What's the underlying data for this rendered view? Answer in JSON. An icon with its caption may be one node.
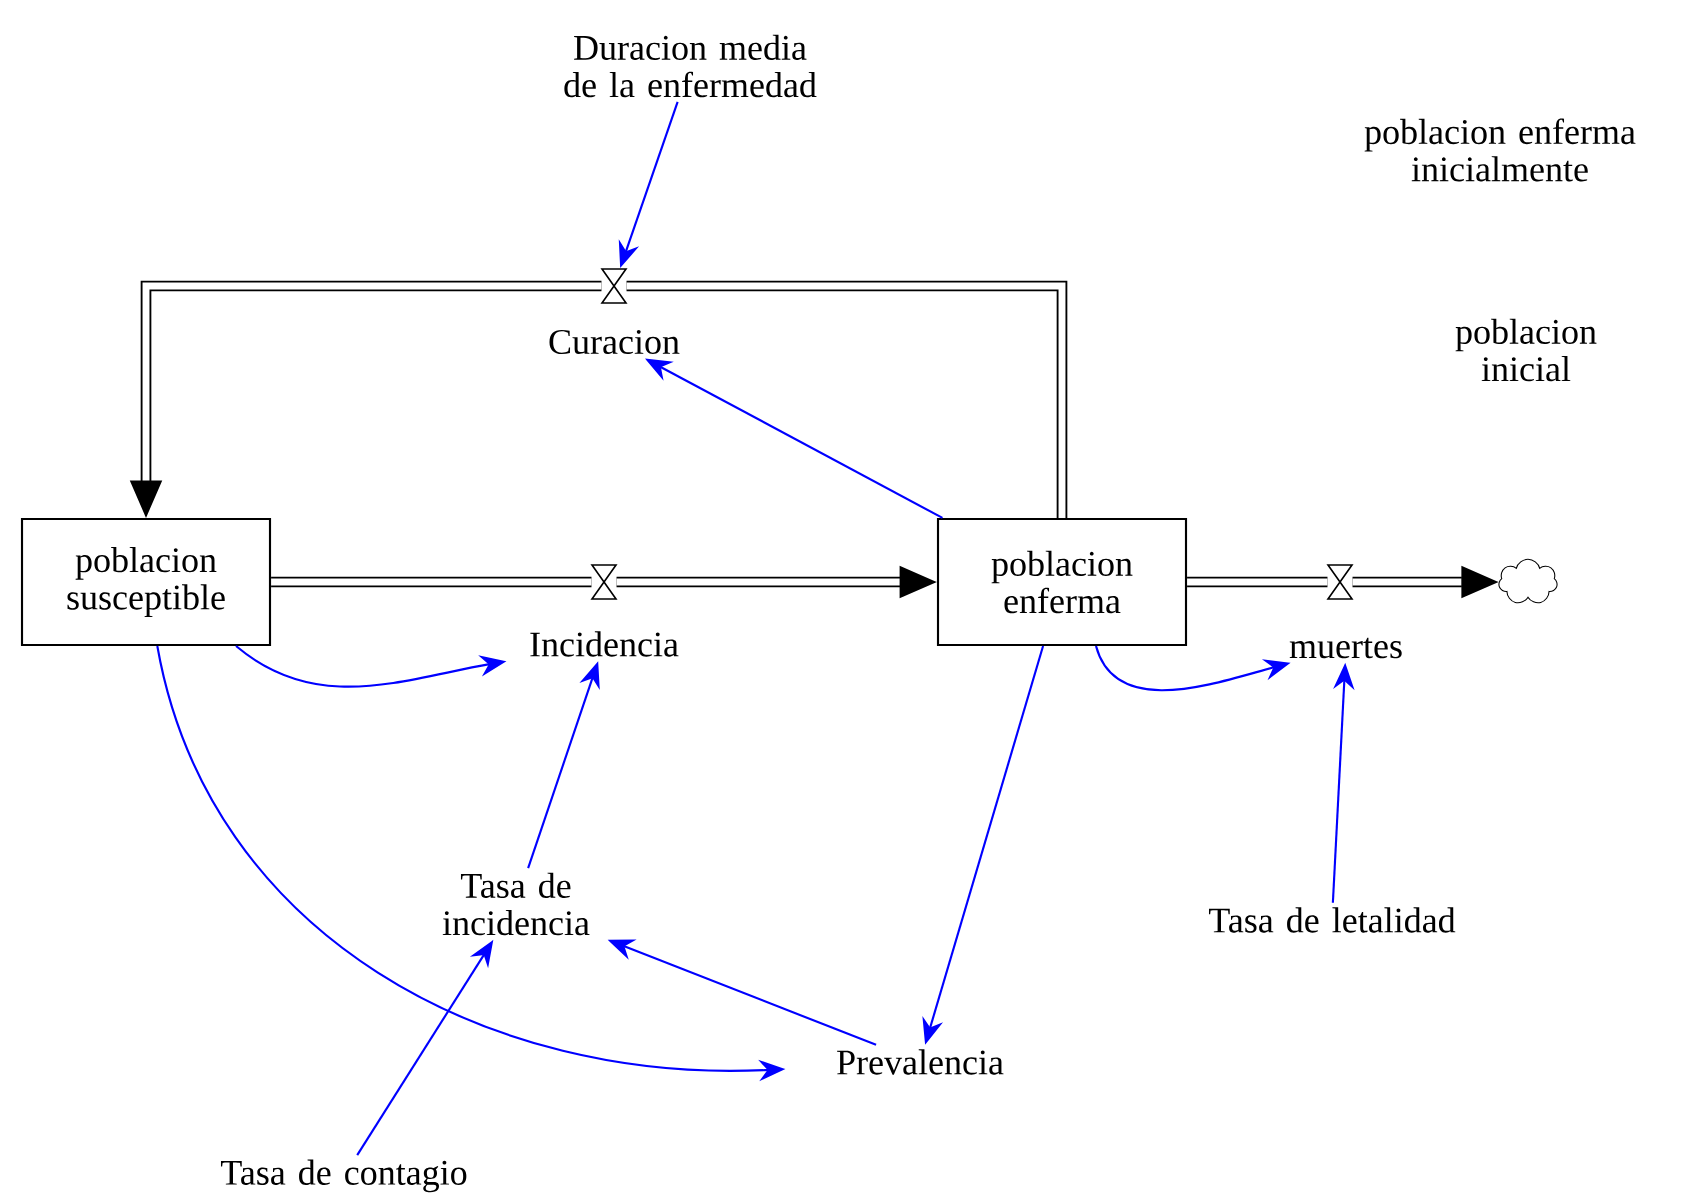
{
  "diagram": {
    "nodes": [
      {
        "text": [
          "Duracion media de la enfermedad"
        ]
      },
      {
        "text": [],
        "shape": "valve"
      },
      {
        "text": [
          "Curacion"
        ]
      },
      {
        "text": [
          "poblacion susceptible"
        ]
      },
      {
        "text": [],
        "shape": "valve"
      },
      {
        "text": [
          "Incidencia"
        ]
      },
      {
        "text": [
          "poblacion enferma"
        ]
      },
      {
        "text": [],
        "shape": "valve"
      },
      {
        "text": [],
        "shape": "cloud"
      },
      {
        "text": [
          "muertes"
        ]
      },
      {
        "text": [
          "Tasa de incidencia"
        ]
      },
      {
        "text": [
          "Tasa de letalidad"
        ]
      },
      {
        "text": [
          "Prevalencia"
        ]
      },
      {
        "text": [
          "Tasa de contagio"
        ]
      }
    ],
    "edges": [
      {
        "from": 6,
        "to": 1,
        "arrow": "none",
        "style": "thick",
        "color": "#000000"
      },
      {
        "from": 1,
        "to": 3,
        "arrow": "to",
        "style": "thick",
        "color": "#000000"
      },
      {
        "from": 3,
        "to": 4,
        "arrow": "none",
        "style": "thick",
        "color": "#000000"
      },
      {
        "from": 4,
        "to": 6,
        "arrow": "to",
        "style": "thick",
        "color": "#000000"
      },
      {
        "from": 6,
        "to": 7,
        "arrow": "none",
        "style": "thick",
        "color": "#000000"
      },
      {
        "from": 7,
        "to": 8,
        "arrow": "to",
        "style": "thick",
        "color": "#000000"
      },
      {
        "from": 0,
        "to": 1,
        "arrow": "to"
      },
      {
        "from": 6,
        "to": 2,
        "arrow": "to"
      },
      {
        "from": 3,
        "to": 5,
        "arrow": "to"
      },
      {
        "from": 10,
        "to": 5,
        "arrow": "to"
      },
      {
        "from": 6,
        "to": 9,
        "arrow": "to"
      },
      {
        "from": 11,
        "to": 9,
        "arrow": "to"
      },
      {
        "from": 3,
        "to": 12,
        "arrow": "to"
      },
      {
        "from": 6,
        "to": 12,
        "arrow": "to"
      },
      {
        "from": 12,
        "to": 10,
        "arrow": "to"
      },
      {
        "from": 13,
        "to": 10,
        "arrow": "to"
      }
    ],
    "labels": [
      "poblacion enferma inicialmente",
      "poblacion inicial"
    ]
  }
}
